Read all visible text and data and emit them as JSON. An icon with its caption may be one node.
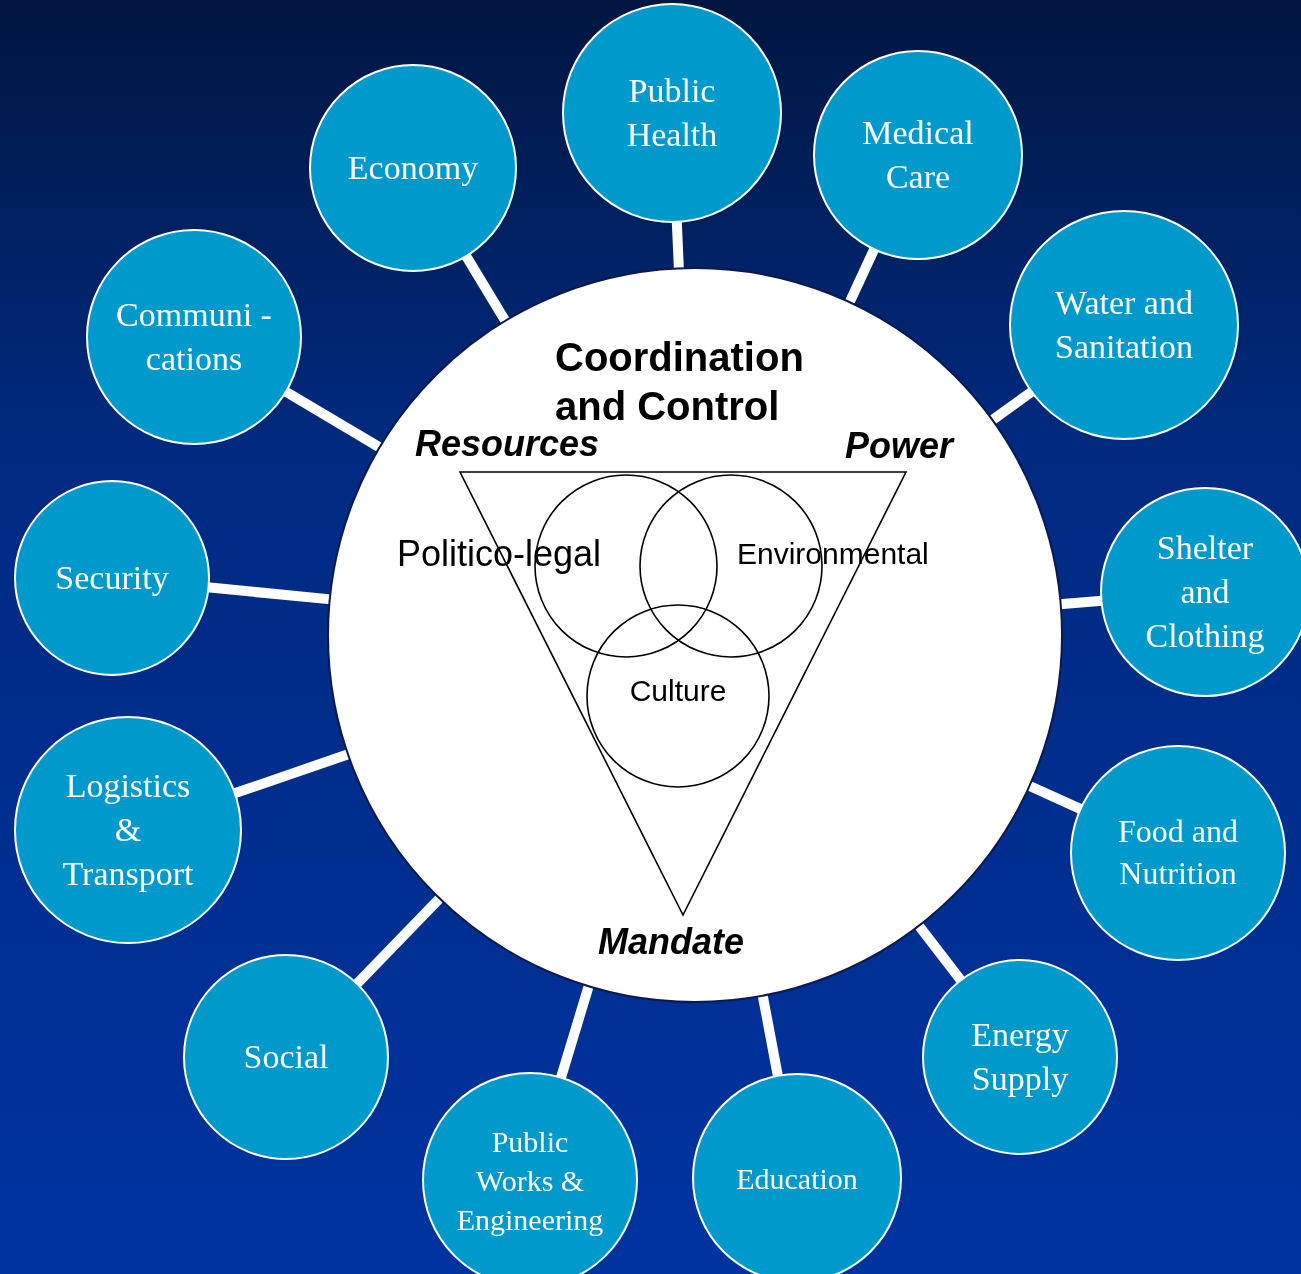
{
  "diagram": {
    "nodes": [
      {
        "text": [
          "Coordination and Control"
        ]
      },
      {
        "text": [],
        "shape": "triangle",
        "in": 0
      },
      {
        "text": [
          "Politico-legal"
        ],
        "in": 1
      },
      {
        "text": [
          "Environmental"
        ],
        "in": 1
      },
      {
        "text": [
          "Culture"
        ],
        "in": 1
      },
      {
        "text": [
          "Economy"
        ]
      },
      {
        "text": [
          "Public Health"
        ]
      },
      {
        "text": [
          "Medical Care"
        ]
      },
      {
        "text": [
          "Water and Sanitation"
        ]
      },
      {
        "text": [
          "Shelter and Clothing"
        ]
      },
      {
        "text": [
          "Food and Nutrition"
        ]
      },
      {
        "text": [
          "Energy Supply"
        ]
      },
      {
        "text": [
          "Education"
        ]
      },
      {
        "text": [
          "Public Works & Engineering"
        ]
      },
      {
        "text": [
          "Social"
        ]
      },
      {
        "text": [
          "Logistics & Transport"
        ]
      },
      {
        "text": [
          "Security"
        ]
      },
      {
        "text": [
          "Communi -cations"
        ]
      }
    ],
    "edges": [
      {
        "from": 5,
        "to": 0,
        "arrow": "none"
      },
      {
        "from": 6,
        "to": 0,
        "arrow": "none"
      },
      {
        "from": 7,
        "to": 0,
        "arrow": "none"
      },
      {
        "from": 8,
        "to": 0,
        "arrow": "none"
      },
      {
        "from": 9,
        "to": 0,
        "arrow": "none"
      },
      {
        "from": 10,
        "to": 0,
        "arrow": "none"
      },
      {
        "from": 11,
        "to": 0,
        "arrow": "none"
      },
      {
        "from": 12,
        "to": 0,
        "arrow": "none"
      },
      {
        "from": 13,
        "to": 0,
        "arrow": "none"
      },
      {
        "from": 14,
        "to": 0,
        "arrow": "none"
      },
      {
        "from": 15,
        "to": 0,
        "arrow": "none"
      },
      {
        "from": 16,
        "to": 0,
        "arrow": "none"
      },
      {
        "from": 17,
        "to": 0,
        "arrow": "none"
      }
    ],
    "labels": [
      "Resources",
      "Power",
      "Mandate"
    ]
  }
}
